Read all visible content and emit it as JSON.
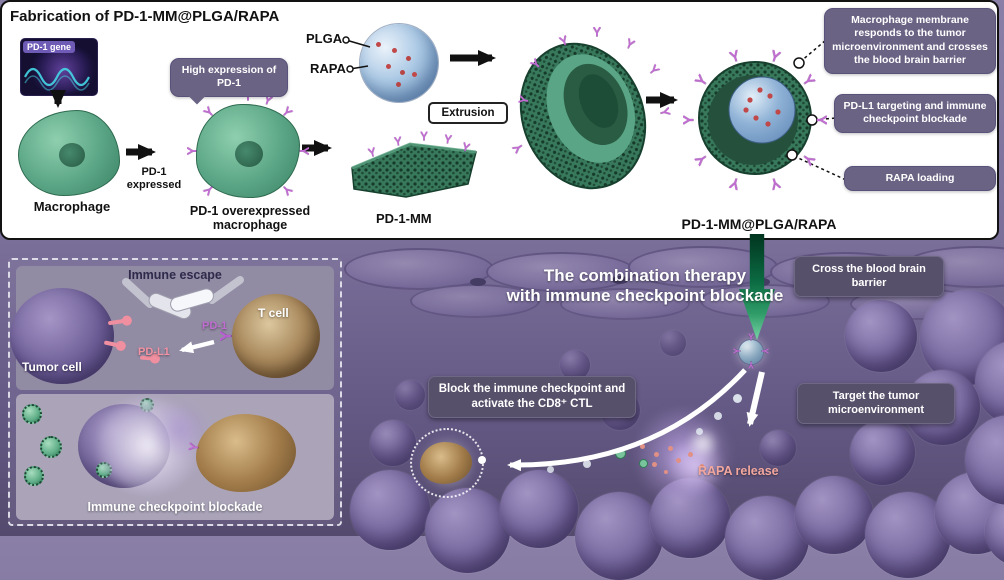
{
  "top": {
    "title": "Fabrication of PD-1-MM@PLGA/RAPA",
    "gene_badge": "PD-1 gene",
    "macrophage": "Macrophage",
    "pd1_expressed": "PD-1 expressed",
    "high_expression": "High expression of PD-1",
    "overexpressed": "PD-1 overexpressed macrophage",
    "plga": "PLGA",
    "rapa": "RAPA",
    "extrusion": "Extrusion",
    "membrane": "PD-1-MM",
    "product": "PD-1-MM@PLGA/RAPA",
    "callout_bbb": "Macrophage membrane responds to the tumor microenvironment and crosses the blood brain barrier",
    "callout_pdl1": "PD-L1 targeting and immune checkpoint blockade",
    "callout_rapa": "RAPA loading"
  },
  "bottom": {
    "title_line1": "The combination therapy",
    "title_line2": "with immune checkpoint blockade",
    "cross_bbb": "Cross the blood brain barrier",
    "target_tme": "Target the tumor microenvironment",
    "block_ctl": "Block the immune checkpoint and activate the CD8⁺ CTL",
    "rapa_release": "RAPA release",
    "inset": {
      "immune_escape": "Immune escape",
      "tumor_cell": "Tumor cell",
      "pdl1": "PD-L1",
      "pd1": "PD-1",
      "t_cell": "T cell",
      "blockade": "Immune checkpoint blockade"
    }
  },
  "colors": {
    "membrane_green": "#38795c",
    "spike_purple": "#c06cd0",
    "plga_blue": "#7298c2",
    "rapa_red": "#c04848",
    "callout_purple": "#6b6384",
    "scene_purple": "#6d6391",
    "label_box_dark": "#57506a",
    "rapa_release_pink": "#f2a79e"
  }
}
